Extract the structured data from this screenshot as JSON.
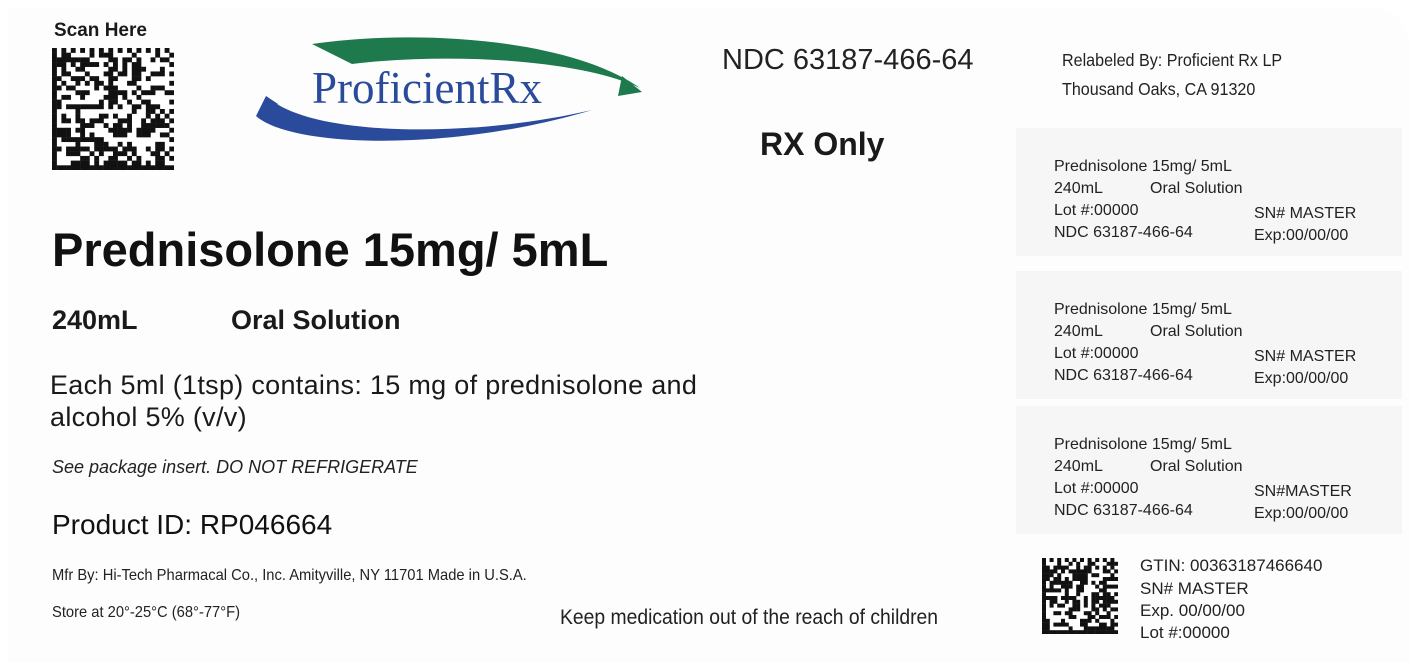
{
  "header": {
    "scan_label": "Scan Here",
    "logo_text": "ProficientRx",
    "ndc": "NDC 63187-466-64",
    "rx_only": "RX Only",
    "relabeler_line1": "Relabeled By: Proficient Rx LP",
    "relabeler_line2": "Thousand Oaks, CA 91320"
  },
  "product": {
    "name": "Prednisolone 15mg/ 5mL",
    "volume": "240mL",
    "form": "Oral Solution",
    "contents_line1": "Each 5ml (1tsp) contains: 15 mg of prednisolone and",
    "contents_line2": "alcohol 5% (v/v)",
    "insert_note": "See package insert. DO NOT REFRIGERATE",
    "product_id": "Product ID: RP046664",
    "manufacturer": "Mfr  By: Hi-Tech Pharmacal Co., Inc. Amityville, NY 11701 Made in U.S.A.",
    "storage": "Store at 20°-25°C (68°-77°F)",
    "warning": "Keep medication out of the reach of children"
  },
  "stubs": [
    {
      "name": "Prednisolone 15mg/ 5mL",
      "volume": "240mL",
      "form": "Oral Solution",
      "lot": "Lot #:00000",
      "sn": "SN# MASTER",
      "ndc": "NDC 63187-466-64",
      "exp": "Exp:00/00/00"
    },
    {
      "name": "Prednisolone 15mg/ 5mL",
      "volume": "240mL",
      "form": "Oral Solution",
      "lot": "Lot #:00000",
      "sn": "SN# MASTER",
      "ndc": "NDC 63187-466-64",
      "exp": "Exp:00/00/00"
    },
    {
      "name": "Prednisolone 15mg/ 5mL",
      "volume": "240mL",
      "form": "Oral Solution",
      "lot": "Lot #:00000",
      "sn": "SN#MASTER",
      "ndc": "NDC 63187-466-64",
      "exp": "Exp:00/00/00"
    }
  ],
  "serial_block": {
    "gtin": "GTIN: 00363187466640",
    "sn": "SN# MASTER",
    "exp": "Exp.  00/00/00",
    "lot": "Lot #:00000"
  },
  "colors": {
    "logo_blue": "#2a4a9c",
    "logo_green": "#1e7a4c",
    "text": "#1a1a1a"
  },
  "icons": {
    "top_code": "datamatrix-code-icon",
    "bottom_code": "datamatrix-code-icon"
  }
}
